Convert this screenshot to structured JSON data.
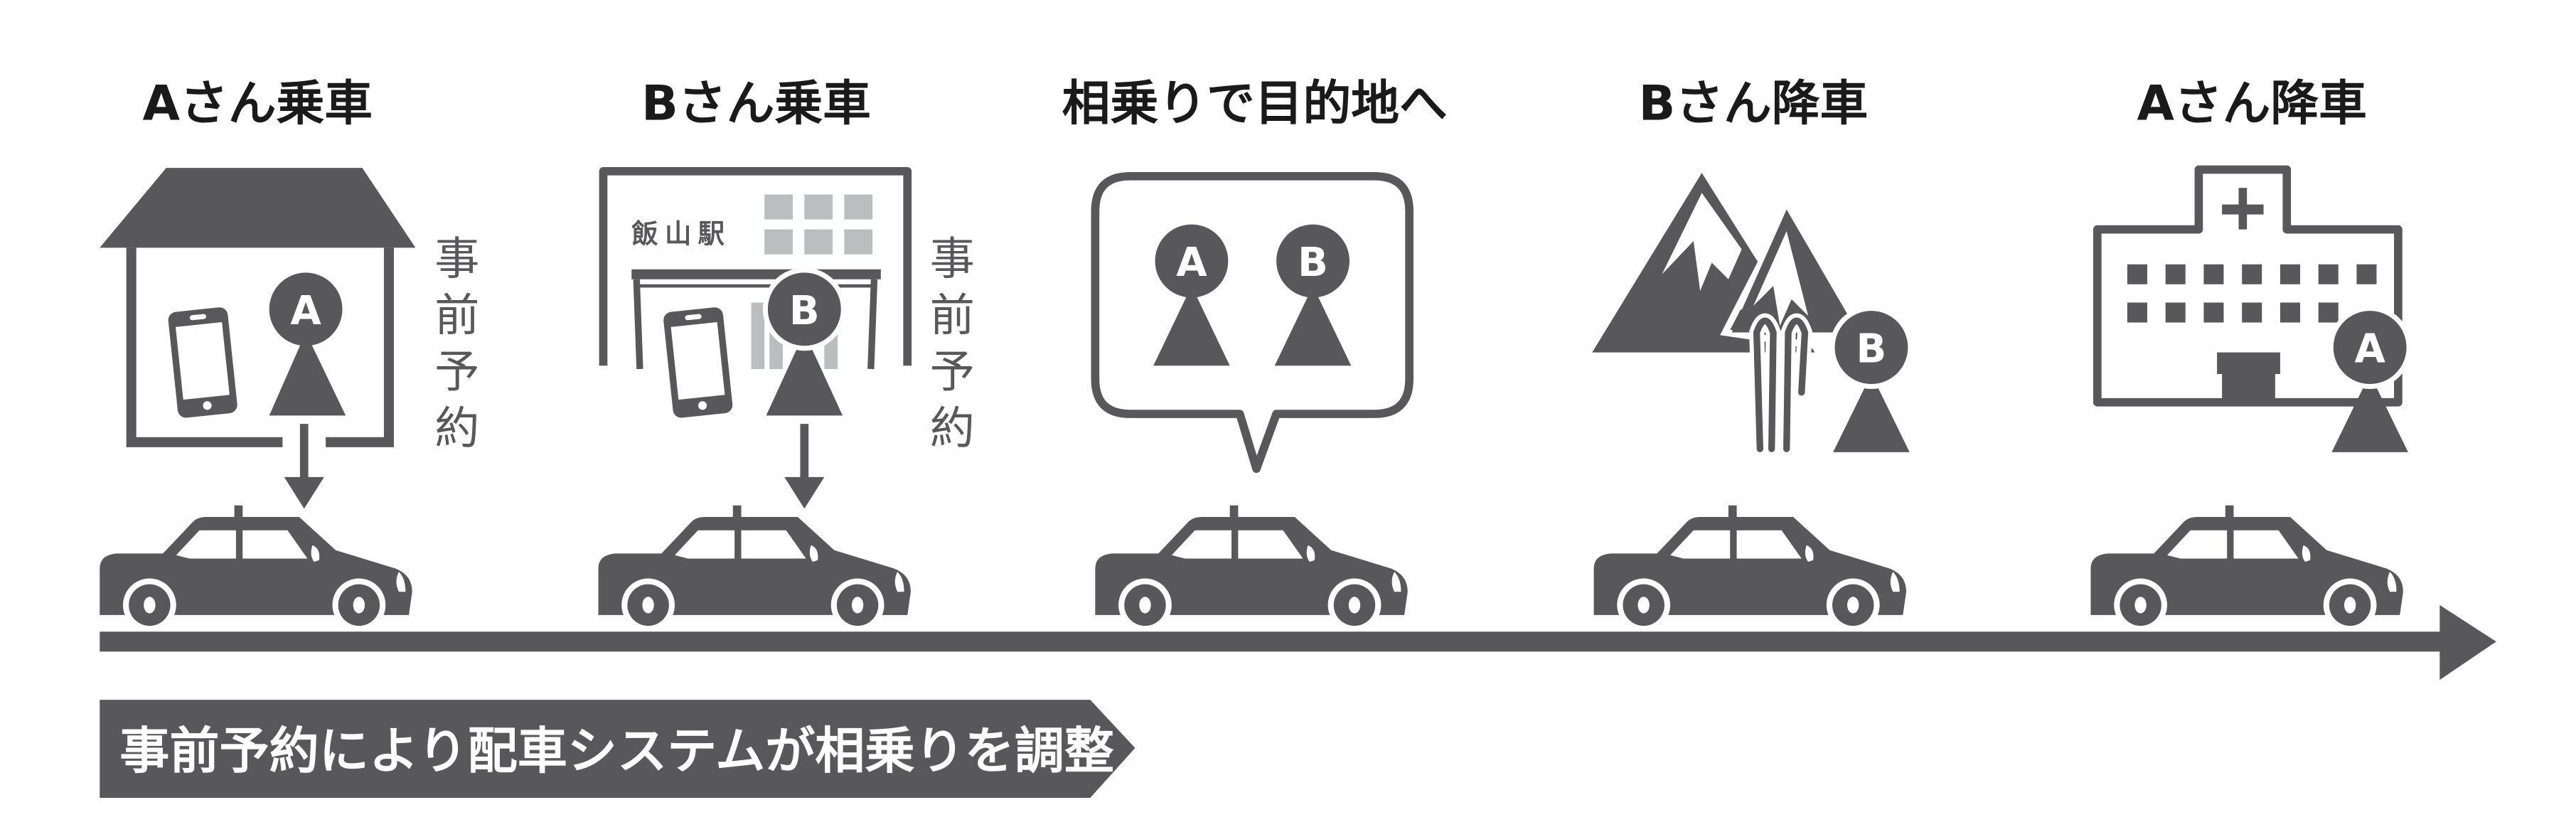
{
  "colors": {
    "primary": "#58585a",
    "light": "#bcbdbf",
    "text": "#1a1a1a"
  },
  "stages": [
    {
      "title": "Aさん乗車",
      "pin": "A",
      "place": "house"
    },
    {
      "title": "Bさん乗車",
      "pin": "B",
      "place": "station",
      "place_label": "飯山駅"
    },
    {
      "title": "相乗りで目的地へ",
      "pins": [
        "A",
        "B"
      ],
      "place": "speech-bubble"
    },
    {
      "title": "Bさん降車",
      "pin": "B",
      "place": "mountains"
    },
    {
      "title": "Aさん降車",
      "pin": "A",
      "place": "hospital"
    }
  ],
  "reservation_label": [
    "事",
    "前",
    "予",
    "約"
  ],
  "banner": "事前予約により配車システムが相乗りを調整"
}
